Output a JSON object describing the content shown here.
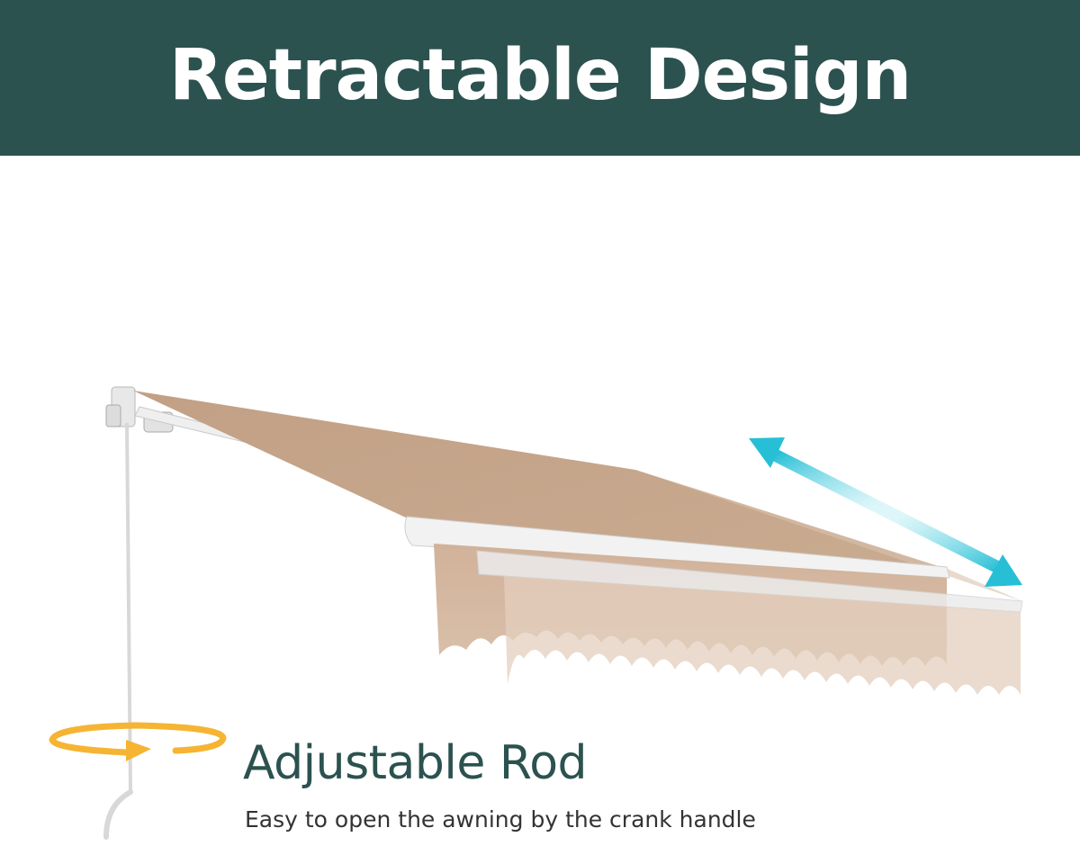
{
  "header": {
    "title": "Retractable Design"
  },
  "feature": {
    "title": "Adjustable Rod",
    "description": "Easy to open the awning by the crank handle"
  },
  "colors": {
    "banner": "#2b524f",
    "fabric": "#c7a88c",
    "arrow_extend": "#29c3d6",
    "arrow_rotate": "#f6b433"
  },
  "icons": {
    "extend": "double-arrow-icon",
    "rotate": "rotate-arrow-icon"
  }
}
